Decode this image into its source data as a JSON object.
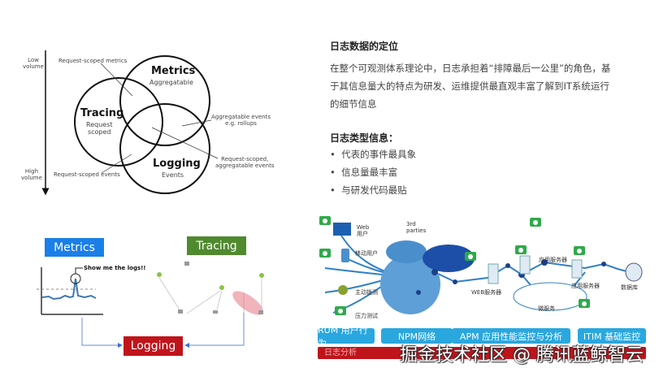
{
  "venn": {
    "axis_top": "Low\nvolume",
    "axis_bottom": "High\nvolume",
    "circles": [
      {
        "title": "Metrics",
        "subtitle": "Aggregatable"
      },
      {
        "title": "Tracing",
        "subtitle": "Request\nscoped"
      },
      {
        "title": "Logging",
        "subtitle": "Events"
      }
    ],
    "annotations": {
      "request_scoped_metrics": "Request-scoped metrics",
      "aggregatable_events": "Aggregatable events\ne.g. rollups",
      "request_scoped_aggregatable": "Request-scoped,\naggregatable events",
      "request_scoped_events": "Request-scoped events"
    }
  },
  "text_panel": {
    "heading1": "日志数据的定位",
    "paragraph": "在整个可观测体系理论中，日志承担着“排障最后一公里”的角色，基于其信息量大的特点为研发、运维提供最直观丰富了解到IT系统运行的细节信息",
    "heading2": "日志类型信息：",
    "bullets": [
      "代表的事件最具象",
      "信息量最丰富",
      "与研发代码最贴"
    ]
  },
  "flow": {
    "metrics_label": "Metrics",
    "tracing_label": "Tracing",
    "logging_label": "Logging",
    "callout": "Show me the logs!!",
    "colors": {
      "metrics": "#1a7fe8",
      "tracing": "#4f8a2e",
      "logging": "#c0141b"
    }
  },
  "network": {
    "nodes": {
      "web_user": "Web用户",
      "mobile_user": "移动用户",
      "active_probe": "主动拨测",
      "stress_test": "压力测试",
      "third_parties": "3rd\nparties",
      "web_server": "WEB服务器",
      "app_server_1": "应用服务器",
      "app_server_2": "应用服务器",
      "microservice": "微服务",
      "database": "数据库"
    },
    "bars": [
      "RUM 用户行为",
      "NPM网络",
      "APM 应用性能监控与分析",
      "ITIM 基础监控"
    ],
    "red_bar": "日志分析"
  },
  "watermark": "掘金技术社区 @ 腾讯蓝鲸智云"
}
